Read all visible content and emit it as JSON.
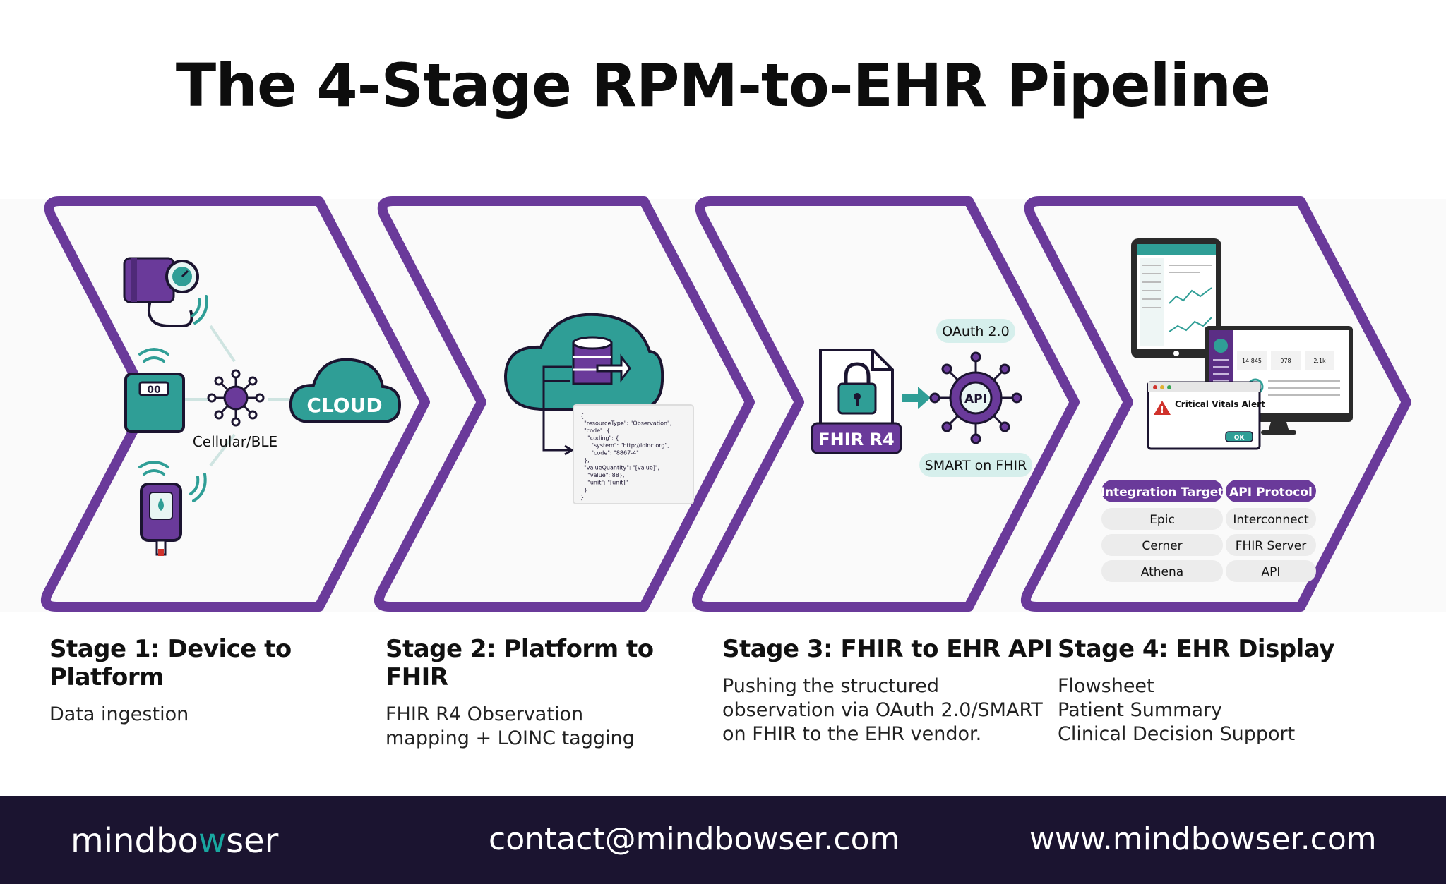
{
  "title": "The 4-Stage RPM-to-EHR Pipeline",
  "colors": {
    "purple": "#6a3a9a",
    "teal": "#2f9e96",
    "teal_light": "#d6efec",
    "footer_bg": "#1b1430",
    "logo_accent": "#19a7a0"
  },
  "stage1": {
    "heading": "Stage 1: Device to Platform",
    "desc": [
      "Data ingestion"
    ],
    "hub_label": "Cellular/BLE",
    "cloud_label": "CLOUD",
    "scale_label": "00",
    "icons": [
      "blood-pressure-cuff-icon",
      "weight-scale-icon",
      "glucometer-icon",
      "network-hub-icon",
      "cloud-icon",
      "wireless-signal-icon"
    ]
  },
  "stage2": {
    "heading": "Stage 2: Platform to FHIR",
    "desc": [
      "FHIR R4 Observation",
      "mapping + LOINC tagging"
    ],
    "json_lines": [
      "{",
      "  \"resourceType\": \"Observation\",",
      "  \"code\": {",
      "    \"coding\": {",
      "      \"system\": \"http://loinc.org\",",
      "      \"code\": \"8867-4\"",
      "  },",
      "  \"valueQuantity\": \"[value]\",",
      "    \"value\": 88},",
      "    \"unit\": \"[unit]\"",
      "  }",
      "}"
    ]
  },
  "stage3": {
    "heading": "Stage 3: FHIR to EHR API",
    "desc": [
      "Pushing the structured",
      "observation via OAuth 2.0/SMART",
      "on FHIR to the EHR vendor."
    ],
    "doc_label": "FHIR R4",
    "oauth_label": "OAuth 2.0",
    "api_label": "API",
    "smart_label": "SMART on FHIR"
  },
  "stage4": {
    "heading": "Stage 4: EHR Display",
    "desc": [
      "Flowsheet",
      "Patient Summary",
      "Clinical Decision Support"
    ],
    "alert_text": "Critical Vitals Alert",
    "alert_button": "OK",
    "kpis": [
      "14,845",
      "978",
      "2.1k"
    ],
    "table": {
      "headers": [
        "Integration Target",
        "API Protocol"
      ],
      "rows": [
        [
          "Epic",
          "Interconnect"
        ],
        [
          "Cerner",
          "FHIR Server"
        ],
        [
          "Athena",
          "API"
        ]
      ]
    }
  },
  "footer": {
    "logo_pre": "mindbo",
    "logo_accent": "w",
    "logo_post": "ser",
    "email": "contact@mindbowser.com",
    "website": "www.mindbowser.com"
  }
}
